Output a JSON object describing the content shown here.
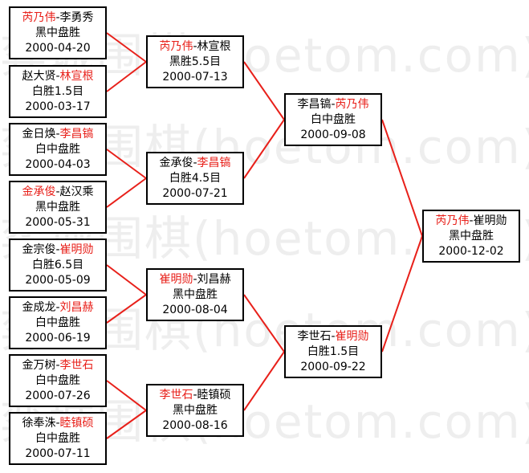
{
  "watermark": "弈城围棋(hoetom.com)",
  "colors": {
    "winner": "#e8201a",
    "connector": "#e8201a",
    "text": "#000000",
    "border": "#000000"
  },
  "matches": [
    {
      "p1": "芮乃伟",
      "p2": "李勇秀",
      "winner": 1,
      "result": "黑中盘胜",
      "date": "2000-04-20"
    },
    {
      "p1": "赵大贤",
      "p2": "林宣根",
      "winner": 2,
      "result": "白胜1.5目",
      "date": "2000-03-17"
    },
    {
      "p1": "金日焕",
      "p2": "李昌镐",
      "winner": 2,
      "result": "白中盘胜",
      "date": "2000-04-03"
    },
    {
      "p1": "金承俊",
      "p2": "赵汉乘",
      "winner": 1,
      "result": "黑中盘胜",
      "date": "2000-05-31"
    },
    {
      "p1": "金宗俊",
      "p2": "崔明勋",
      "winner": 2,
      "result": "白胜6.5目",
      "date": "2000-05-09"
    },
    {
      "p1": "金成龙",
      "p2": "刘昌赫",
      "winner": 2,
      "result": "白中盘胜",
      "date": "2000-06-19"
    },
    {
      "p1": "金万树",
      "p2": "李世石",
      "winner": 2,
      "result": "白中盘胜",
      "date": "2000-07-26"
    },
    {
      "p1": "徐奉洙",
      "p2": "睦镇硕",
      "winner": 2,
      "result": "白中盘胜",
      "date": "2000-07-11"
    },
    {
      "p1": "芮乃伟",
      "p2": "林宣根",
      "winner": 1,
      "result": "黑胜5.5目",
      "date": "2000-07-13"
    },
    {
      "p1": "金承俊",
      "p2": "李昌镐",
      "winner": 2,
      "result": "白胜4.5目",
      "date": "2000-07-21"
    },
    {
      "p1": "崔明勋",
      "p2": "刘昌赫",
      "winner": 1,
      "result": "黑中盘胜",
      "date": "2000-08-04"
    },
    {
      "p1": "李世石",
      "p2": "睦镇硕",
      "winner": 1,
      "result": "黑中盘胜",
      "date": "2000-08-16"
    },
    {
      "p1": "李昌镐",
      "p2": "芮乃伟",
      "winner": 2,
      "result": "白中盘胜",
      "date": "2000-09-08"
    },
    {
      "p1": "李世石",
      "p2": "崔明勋",
      "winner": 2,
      "result": "白胜1.5目",
      "date": "2000-09-22"
    },
    {
      "p1": "芮乃伟",
      "p2": "崔明勋",
      "winner": 1,
      "result": "黑中盘胜",
      "date": "2000-12-02"
    }
  ]
}
